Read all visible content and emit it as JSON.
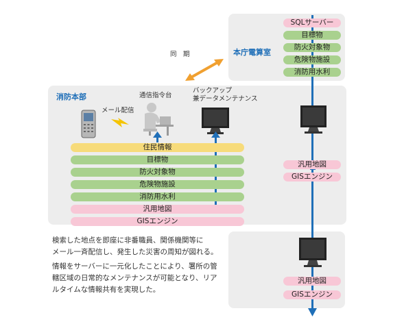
{
  "server_room": {
    "title": "本庁電算室",
    "items": [
      "SQLサーバー",
      "目標物",
      "防火対象物",
      "危険物施設",
      "消防用水利"
    ]
  },
  "sync": {
    "label": "同　期"
  },
  "fire_hq": {
    "title": "消防本部",
    "labels": {
      "mail": "メール配信",
      "dispatch": "通信指令台",
      "backup_line1": "バックアップ",
      "backup_line2": "兼データメンテナンス"
    },
    "items": [
      "住民情報",
      "目標物",
      "防火対象物",
      "危険物施設",
      "消防用水利",
      "汎用地図",
      "GISエンジン"
    ],
    "side_items": [
      "汎用地図",
      "GISエンジン"
    ]
  },
  "station": {
    "items": [
      "汎用地図",
      "GISエンジン"
    ]
  },
  "description": {
    "para1_line1": "検索した地点を即座に非番職員、関係機関等に",
    "para1_line2": "メール一斉配信し、発生した災害の周知が図れる。",
    "para2_line1": "情報をサーバーに一元化したことにより、署所の管",
    "para2_line2": "轄区域の日常的なメンテナンスが可能となり、リア",
    "para2_line3": "ルタイムな情報共有を実現した。"
  },
  "colors": {
    "blue": "#1f6fb8",
    "green": "#a9d18e",
    "pink": "#f8c7d6",
    "yellow": "#f7db7a",
    "orange": "#f0a030",
    "panel": "#ededed"
  }
}
